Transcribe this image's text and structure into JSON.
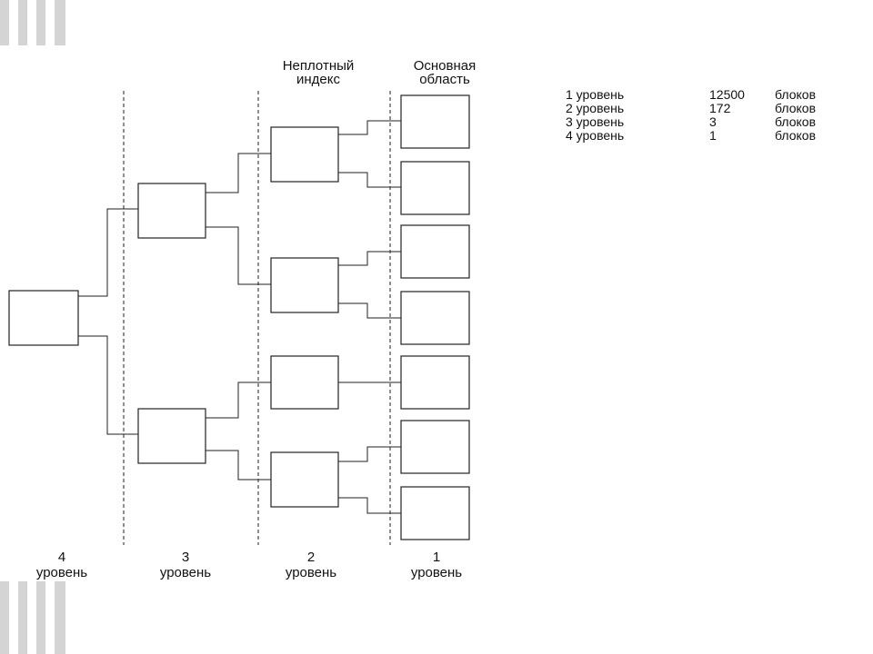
{
  "headers": {
    "nonDenseIndex": [
      "Неплотный",
      "индекс"
    ],
    "mainArea": [
      "Основная",
      "область"
    ]
  },
  "levels": [
    {
      "number": "4",
      "word": "уровень"
    },
    {
      "number": "3",
      "word": "уровень"
    },
    {
      "number": "2",
      "word": "уровень"
    },
    {
      "number": "1",
      "word": "уровень"
    }
  ],
  "stats": [
    {
      "level": "1 уровень",
      "count": "12500",
      "unit": "блоков"
    },
    {
      "level": "2 уровень",
      "count": "172",
      "unit": "блоков"
    },
    {
      "level": "3 уровень",
      "count": "3",
      "unit": "блоков"
    },
    {
      "level": "4 уровень",
      "count": "1",
      "unit": "блоков"
    }
  ],
  "colors": {
    "stroke": "#222222",
    "stripe": "#d4d4d4"
  }
}
